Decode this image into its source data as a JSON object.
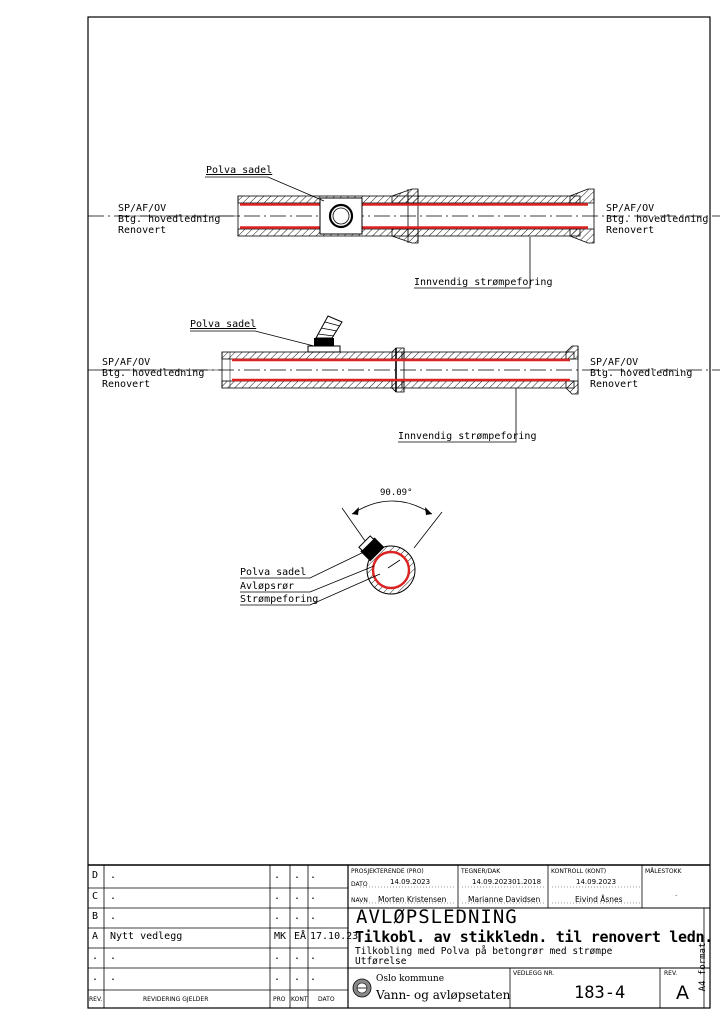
{
  "views": {
    "top": {
      "saddle_label": "Polva sadel",
      "left_label": [
        "SP/AF/OV",
        "Btg. hovedledning",
        "Renovert"
      ],
      "right_label": [
        "SP/AF/OV",
        "Btg. hovedledning",
        "Renovert"
      ],
      "liner_label": "Innvendig strømpeforing"
    },
    "side": {
      "saddle_label": "Polva sadel",
      "left_label": [
        "SP/AF/OV",
        "Btg. hovedledning",
        "Renovert"
      ],
      "right_label": [
        "SP/AF/OV",
        "Btg. hovedledning",
        "Renovert"
      ],
      "liner_label": "Innvendig strømpeforing"
    },
    "section": {
      "angle_label": "90.09°",
      "labels": [
        "Polva sadel",
        "Avløpsrør",
        "Strømpeforing"
      ]
    }
  },
  "title_block": {
    "revisions": [
      {
        "rev": "D",
        "desc": ".",
        "pro": ".",
        "kont": ".",
        "dato": "."
      },
      {
        "rev": "C",
        "desc": ".",
        "pro": ".",
        "kont": ".",
        "dato": "."
      },
      {
        "rev": "B",
        "desc": ".",
        "pro": ".",
        "kont": ".",
        "dato": "."
      },
      {
        "rev": "A",
        "desc": "Nytt vedlegg",
        "pro": "MK",
        "kont": "EÅ",
        "dato": "17.10.23"
      },
      {
        "rev": ".",
        "desc": ".",
        "pro": ".",
        "kont": ".",
        "dato": "."
      },
      {
        "rev": ".",
        "desc": ".",
        "pro": ".",
        "kont": ".",
        "dato": "."
      }
    ],
    "rev_headers": {
      "rev": "REV.",
      "desc": "REVIDERING GJELDER",
      "pro": "PRO",
      "kont": "KONT",
      "dato": "DATO"
    },
    "heads": {
      "pro": "PROSJEKTERENDE (PRO)",
      "tegner": "TEGNER/DAK",
      "kontroll": "KONTROLL (KONT)",
      "malestokk": "MÅLESTOKK"
    },
    "row_labels": {
      "dato": "DATO",
      "navn": "NAVN"
    },
    "dates": {
      "pro": "14.09.2023",
      "tegner": "14.09.202301.2018",
      "kontroll": "14.09.2023",
      "malestokk": "."
    },
    "names": {
      "pro": "Morten Kristensen",
      "tegner": "Marianne Davidsen",
      "kontroll": "Eivind Åsnes"
    },
    "title": "AVLØPSLEDNING",
    "subtitle": "Tilkobl. av stikkledn. til renovert ledn.",
    "desc1": "Tilkobling med Polva på betongrør med strømpe",
    "desc2": "Utførelse",
    "org1": "Oslo kommune",
    "org2": "Vann- og avløpsetaten",
    "vedlegg_head": "VEDLEGG NR.",
    "vedlegg": "183-4",
    "rev_head": "REV.",
    "rev": "A",
    "format": "A4 format"
  },
  "colors": {
    "liner": "#dd2222",
    "hatch": "#000000"
  }
}
